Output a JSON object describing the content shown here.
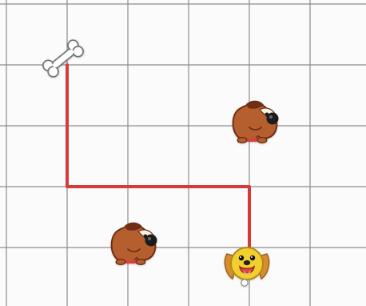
{
  "grid": {
    "columns": 6,
    "rows": 5,
    "line_color": "#8d8d8d",
    "background_color": "#fbfbfb"
  },
  "path": {
    "color": "#d63b3b",
    "points": [
      [
        1,
        1
      ],
      [
        1,
        3
      ],
      [
        4,
        3
      ],
      [
        4,
        4
      ]
    ]
  },
  "items": [
    {
      "kind": "bone",
      "icon": "bone-icon",
      "node": [
        1,
        1
      ]
    },
    {
      "kind": "brown-dog",
      "icon": "brown-dog-icon",
      "node": [
        4,
        2
      ]
    },
    {
      "kind": "brown-dog",
      "icon": "brown-dog-icon",
      "node": [
        2,
        4
      ]
    },
    {
      "kind": "yellow-dog",
      "icon": "yellow-dog-icon",
      "node": [
        4,
        4
      ]
    }
  ],
  "colors": {
    "brown_dog_fur": "#b55f2e",
    "brown_dog_dark": "#6f2f18",
    "yellow_dog_fur": "#f1cf2f",
    "yellow_dog_ear": "#d78d2d",
    "collar_red": "#d4433d",
    "nose_black": "#1f1f1f",
    "bone_fill": "#ffffff"
  }
}
